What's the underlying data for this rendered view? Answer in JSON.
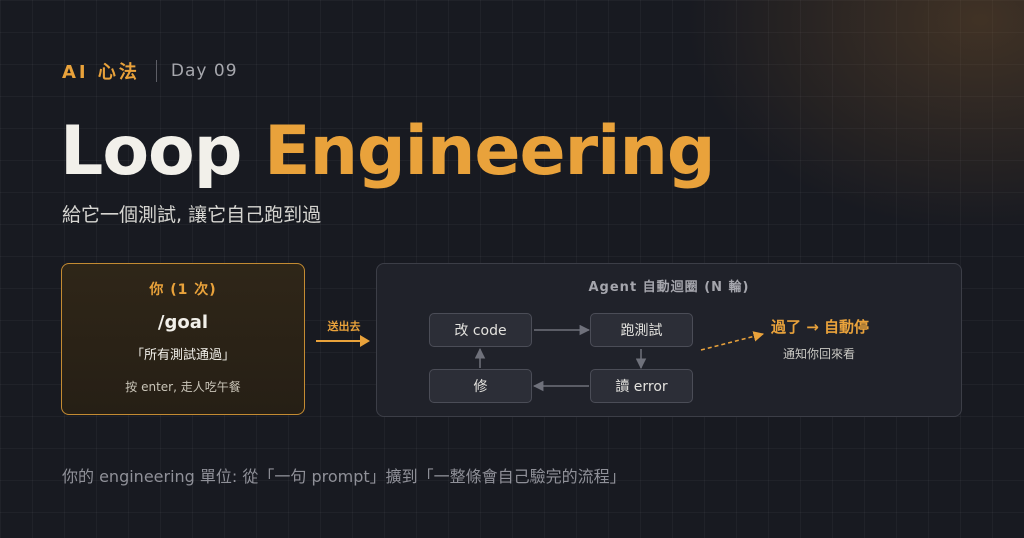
{
  "header": {
    "series": "AI 心法",
    "day": "Day 09"
  },
  "title": {
    "part1": "Loop",
    "part2": "Engineering"
  },
  "subtitle": "給它一個測試, 讓它自己跑到過",
  "you_box": {
    "title": "你 (1 次)",
    "command": "/goal",
    "quote": "「所有測試通過」",
    "note": "按 enter, 走人吃午餐"
  },
  "send_label": "送出去",
  "agent_box": {
    "title": "Agent 自動迴圈 (N 輪)",
    "nodes": {
      "change_code": "改 code",
      "run_tests": "跑測試",
      "read_error": "讀 error",
      "fix": "修"
    },
    "result": {
      "title": "過了 → 自動停",
      "subtitle": "通知你回來看"
    }
  },
  "footer": "你的 engineering 單位: 從「一句 prompt」擴到「一整條會自己驗完的流程」",
  "colors": {
    "accent": "#e9a23b",
    "background": "#181a21"
  }
}
